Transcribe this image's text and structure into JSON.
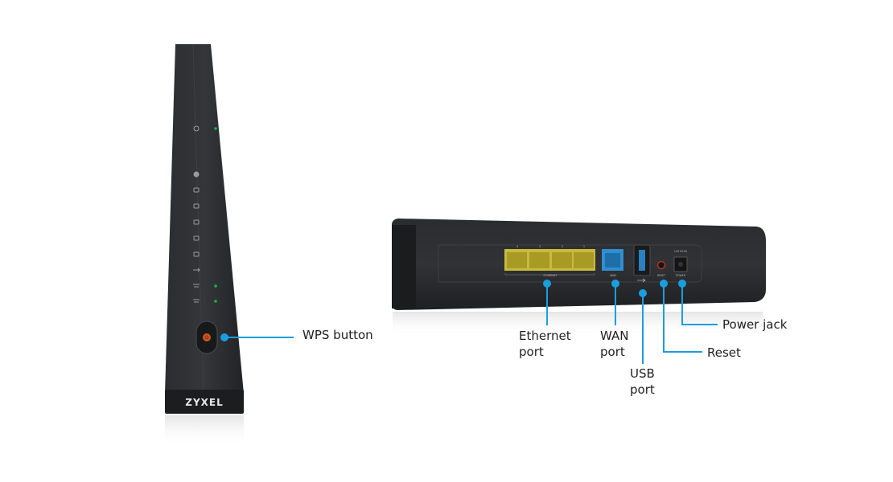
{
  "brand": "ZYXEL",
  "accent_color": "#1a9ee0",
  "callouts": {
    "wps": "WPS button",
    "ethernet": [
      "Ethernet",
      "port"
    ],
    "wan": [
      "WAN",
      "port"
    ],
    "usb": [
      "USB",
      "port"
    ],
    "reset": "Reset",
    "power": "Power jack"
  },
  "rear_panel": {
    "port_numbers": [
      "4",
      "3",
      "2",
      "1"
    ],
    "ethernet": "ETHERNET",
    "wan": "WAN",
    "reset": "RESET",
    "power": "POWER",
    "power_rating": "12V DC2A"
  },
  "front_panel": {
    "indicators": [
      "power-icon",
      "internet-icon",
      "lan4-icon",
      "lan3-icon",
      "lan2-icon",
      "lan1-icon",
      "usb-icon",
      "wifi-24g-icon",
      "wifi-5g-icon"
    ],
    "lit_leds": [
      "power",
      "wifi-24g",
      "wifi-5g"
    ]
  }
}
